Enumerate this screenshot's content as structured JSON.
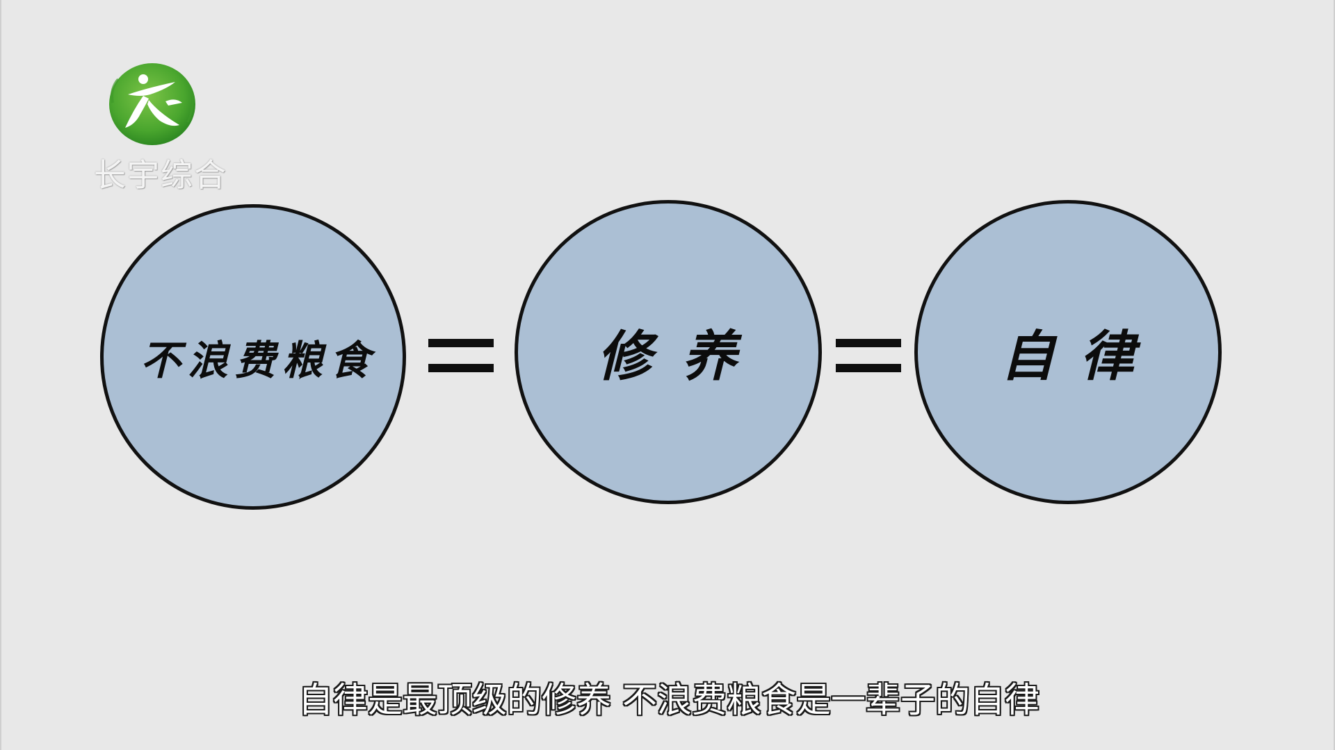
{
  "logo": {
    "text": "长宇综合",
    "icon": "green-circle-runner-logo"
  },
  "equation": {
    "items": [
      {
        "label": "不浪费粮食"
      },
      {
        "label": "修养"
      },
      {
        "label": "自律"
      }
    ],
    "operator": "="
  },
  "subtitle": "自律是最顶级的修养 不浪费粮食是一辈子的自律",
  "colors": {
    "background": "#e8e8e8",
    "circle_fill": "#abbfd4",
    "circle_border": "#111111",
    "logo_green": "#4da832"
  }
}
